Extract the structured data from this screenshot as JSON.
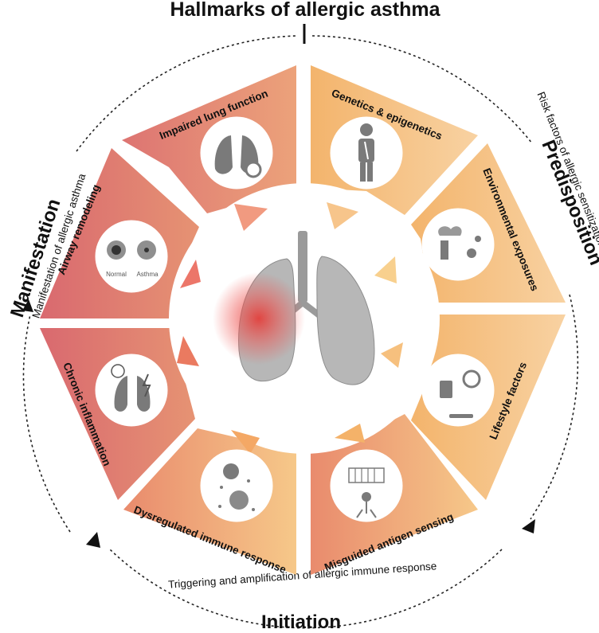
{
  "title": "Hallmarks of allergic asthma",
  "phases": {
    "predisposition": {
      "name": "Predisposition",
      "description": "Risk factors of allergic sensitization"
    },
    "initiation": {
      "name": "Initiation",
      "description": "Triggering and amplification of allergic immune response"
    },
    "manifestation": {
      "name": "Manifestation",
      "description": "Manifestation of allergic asthma"
    }
  },
  "segments": [
    {
      "label": "Genetics & epigenetics",
      "icon": "person-dna-icon",
      "phase": "predisposition",
      "color": "#f5b972"
    },
    {
      "label": "Environmental exposures",
      "icon": "pollution-icon",
      "phase": "predisposition",
      "color": "#f6c46e"
    },
    {
      "label": "Lifestyle factors",
      "icon": "lifestyle-icon",
      "phase": "predisposition",
      "color": "#f8cc84"
    },
    {
      "label": "Misguided antigen sensing",
      "icon": "epithelium-icon",
      "phase": "initiation",
      "color": "#f3b062"
    },
    {
      "label": "Dysregulated immune response",
      "icon": "immune-cells-icon",
      "phase": "initiation",
      "color": "#eda26a"
    },
    {
      "label": "Chronic inflammation",
      "icon": "inflamed-lungs-icon",
      "phase": "manifestation",
      "color": "#e88266"
    },
    {
      "label": "Airway remodeling",
      "icon": "airway-cross-section-icon",
      "phase": "manifestation",
      "color": "#dd7073"
    },
    {
      "label": "Impaired lung function",
      "icon": "lung-gear-icon",
      "phase": "manifestation",
      "color": "#e08571"
    }
  ],
  "airway_labels": {
    "normal": "Normal",
    "asthma": "Asthma"
  },
  "center_icon": "lungs-icon"
}
